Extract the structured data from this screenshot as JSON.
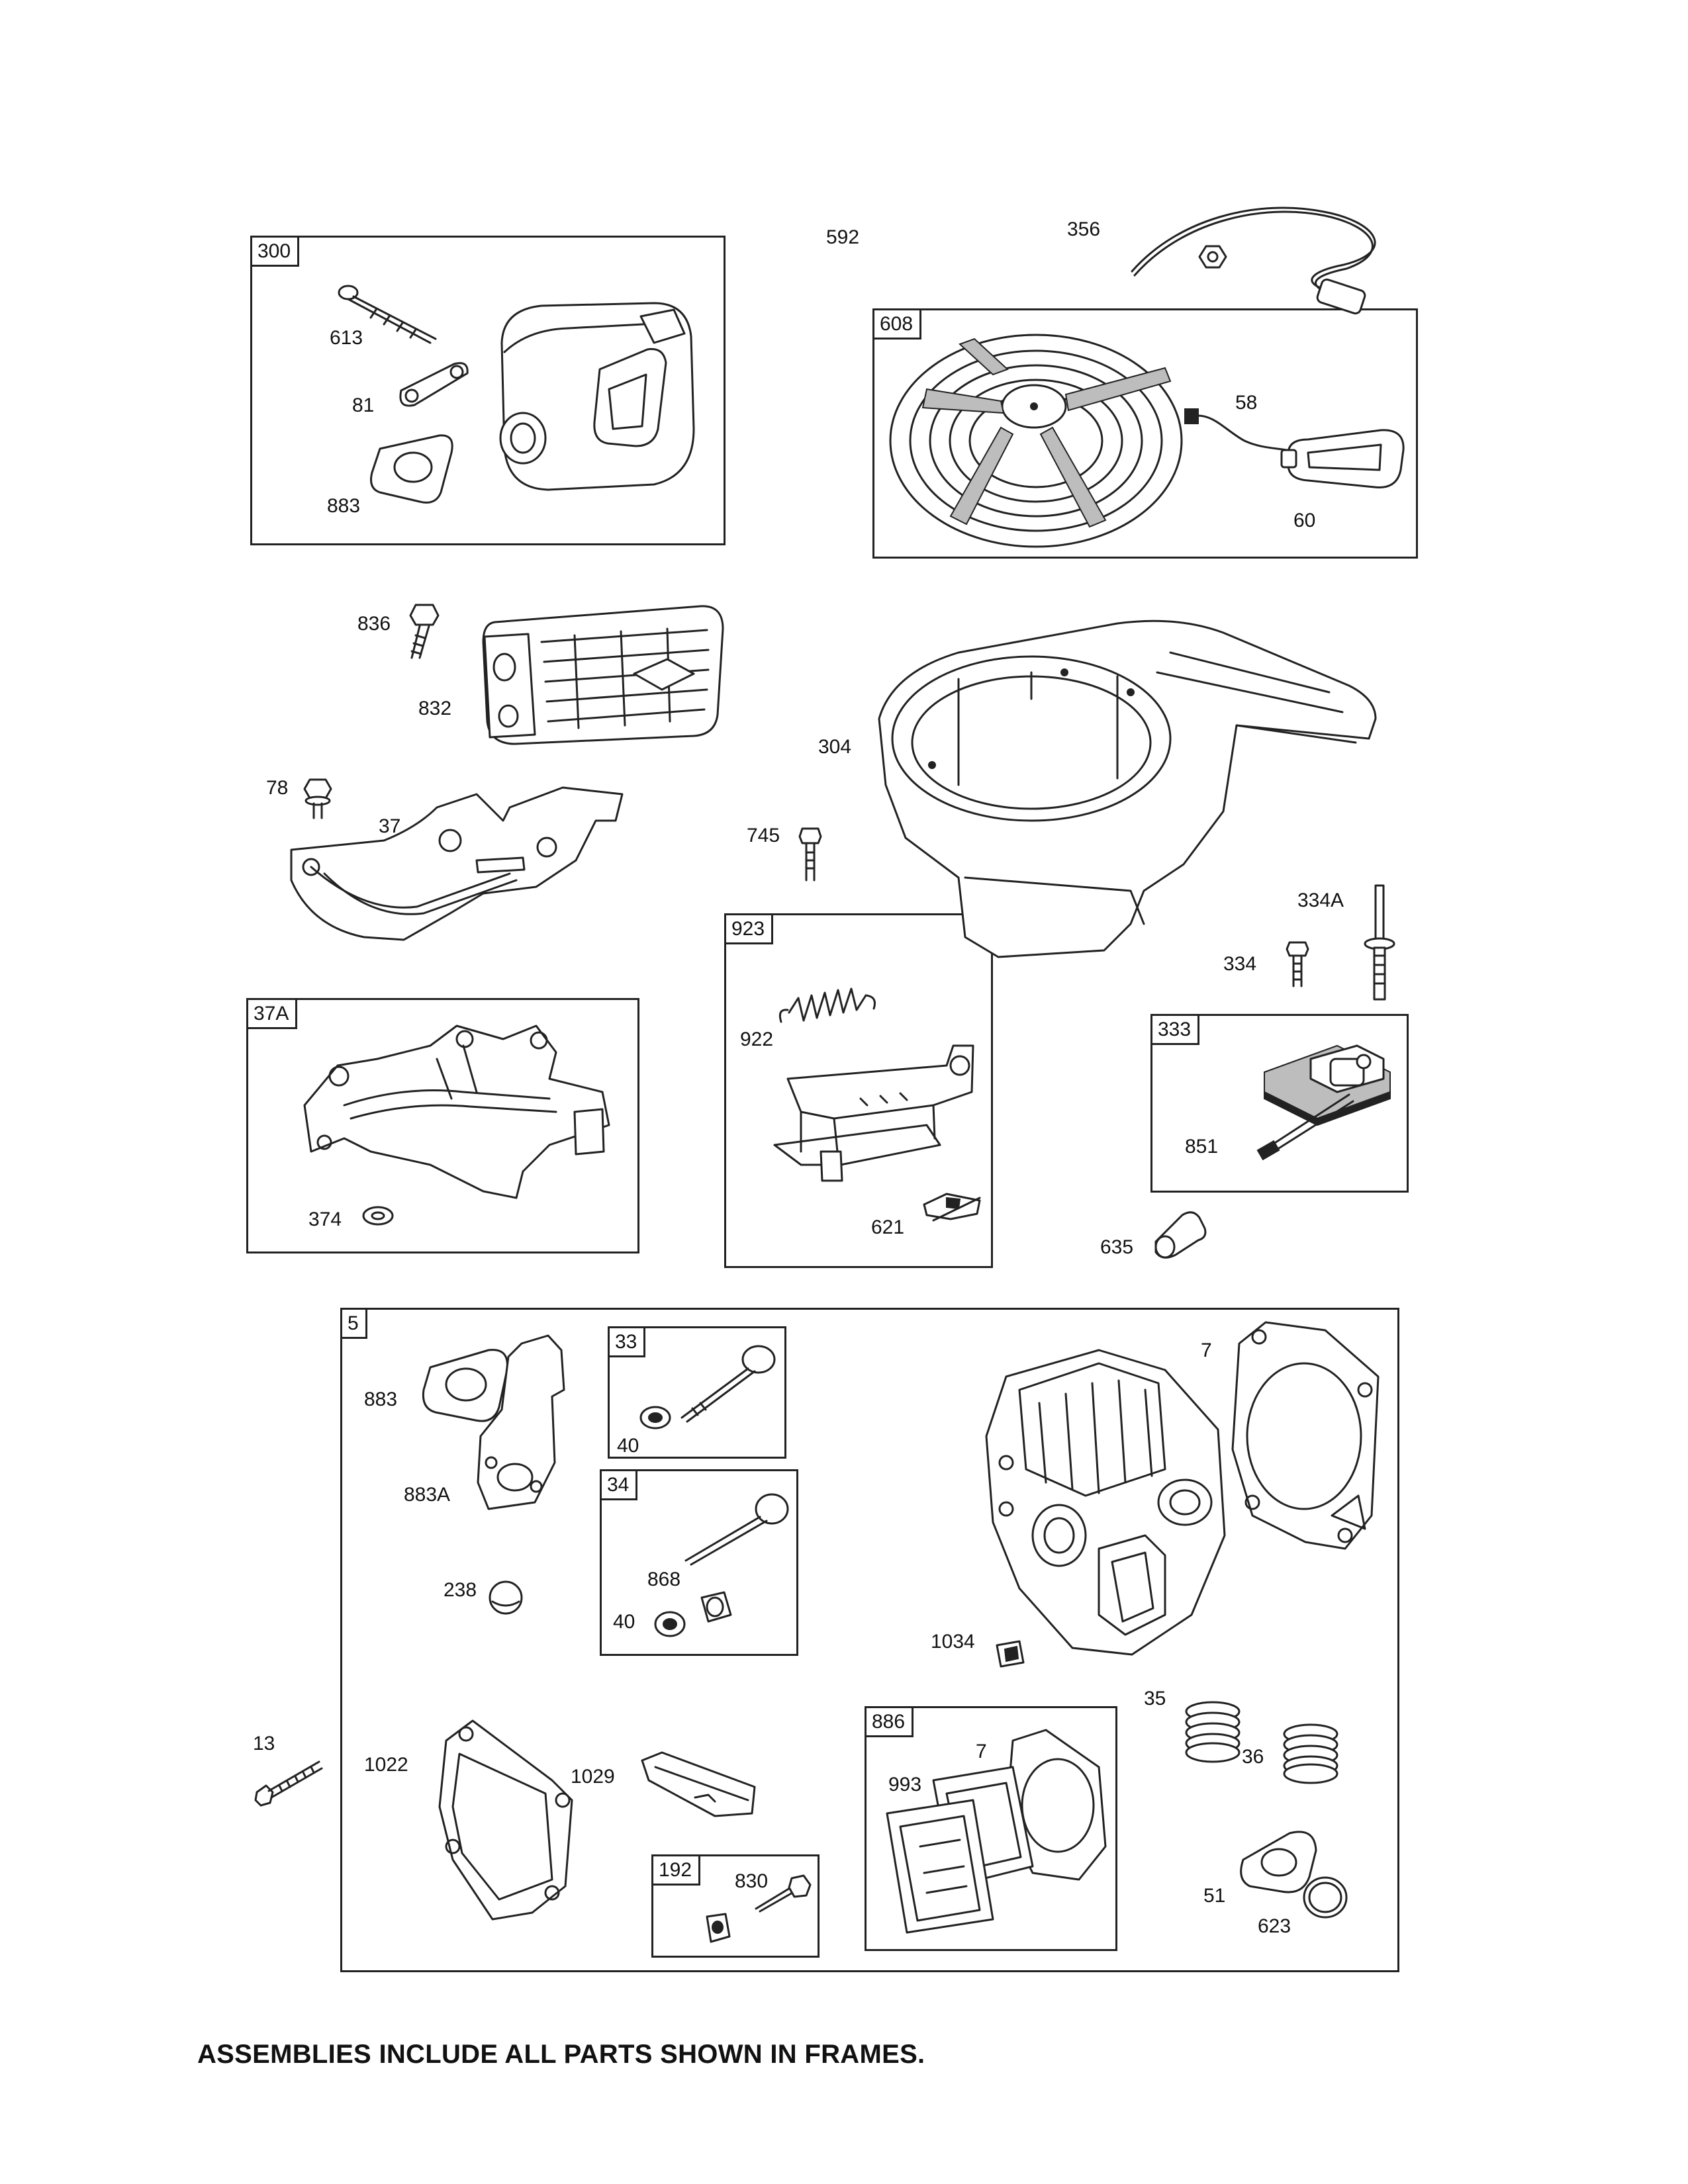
{
  "frames": {
    "f300": "300",
    "f608": "608",
    "f923": "923",
    "f37a": "37A",
    "f333": "333",
    "f5": "5",
    "f33": "33",
    "f34": "34",
    "f886": "886",
    "f192": "192"
  },
  "labels": {
    "p592": "592",
    "p356": "356",
    "p613": "613",
    "p81": "81",
    "p883a": "883",
    "p58": "58",
    "p60": "60",
    "p836": "836",
    "p832": "832",
    "p304": "304",
    "p78": "78",
    "p37": "37",
    "p745": "745",
    "p334a": "334A",
    "p334": "334",
    "p922": "922",
    "p621": "621",
    "p374": "374",
    "p851": "851",
    "p635": "635",
    "p883b": "883",
    "p883A": "883A",
    "p238": "238",
    "p40a": "40",
    "p868": "868",
    "p40b": "40",
    "p7a": "7",
    "p1034": "1034",
    "p35": "35",
    "p36": "36",
    "p13": "13",
    "p1022": "1022",
    "p1029": "1029",
    "p7b": "7",
    "p993": "993",
    "p830": "830",
    "p51": "51",
    "p623": "623"
  },
  "footer": "ASSEMBLIES INCLUDE ALL PARTS SHOWN IN FRAMES."
}
